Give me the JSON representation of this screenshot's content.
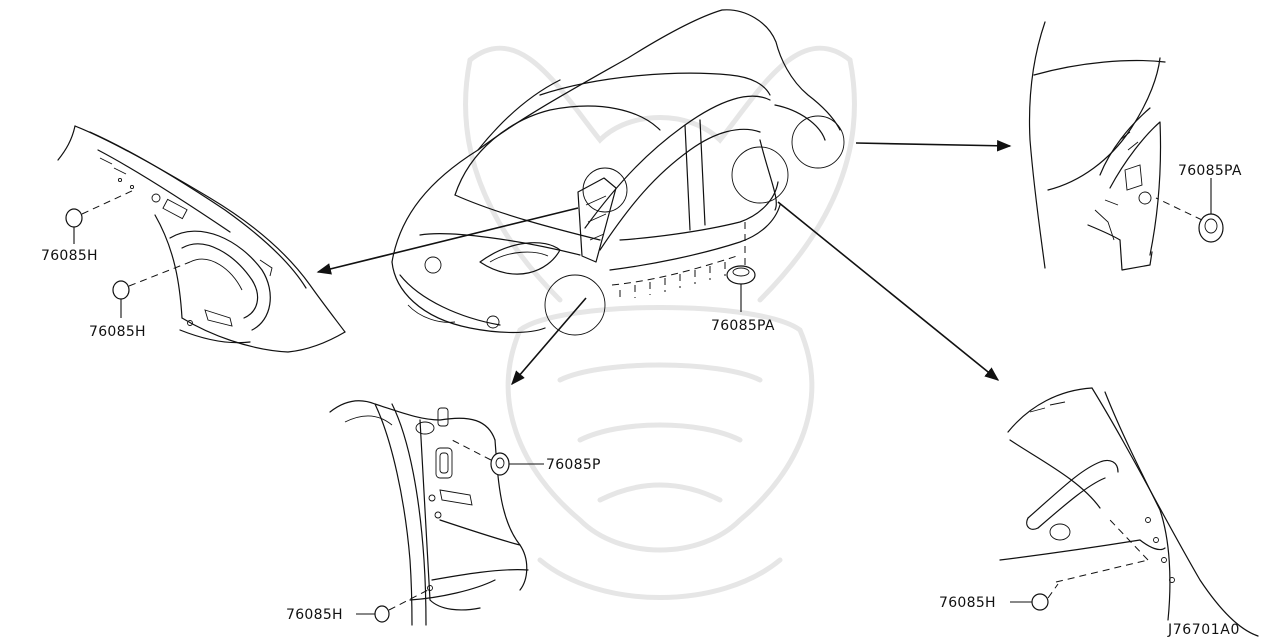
{
  "diagram": {
    "reference_code": "J76701A0",
    "callouts": [
      {
        "part": "76085H"
      },
      {
        "part": "76085H"
      },
      {
        "part": "76085PA"
      },
      {
        "part": "76085PA"
      },
      {
        "part": "76085P"
      },
      {
        "part": "76085H"
      },
      {
        "part": "76085H"
      }
    ]
  }
}
